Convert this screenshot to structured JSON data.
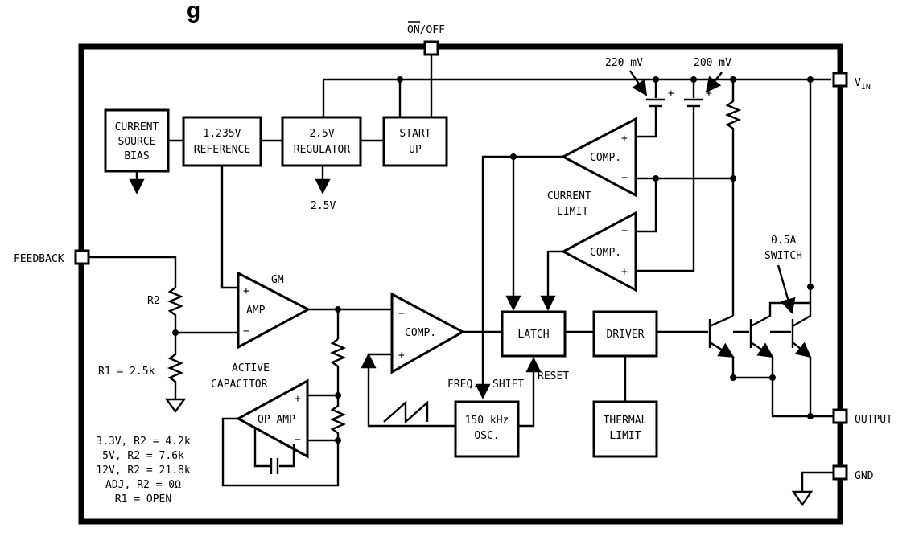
{
  "title_partial": "g",
  "pins": {
    "on_off": "ON/OFF",
    "vin_main": "V",
    "vin_sub": "IN",
    "feedback": "FEEDBACK",
    "output": "OUTPUT",
    "gnd": "GND"
  },
  "blocks": {
    "current_source_bias": [
      "CURRENT",
      "SOURCE",
      "BIAS"
    ],
    "reference": [
      "1.235V",
      "REFERENCE"
    ],
    "regulator": [
      "2.5V",
      "REGULATOR"
    ],
    "start_up": [
      "START",
      "UP"
    ],
    "regulator_output": "2.5V",
    "latch": "LATCH",
    "driver": "DRIVER",
    "thermal_limit": [
      "THERMAL",
      "LIMIT"
    ],
    "oscillator": [
      "150 kHz",
      "OSC."
    ]
  },
  "amplifiers": {
    "comp": "COMP.",
    "gm_label": "GM",
    "gm_amp": "AMP",
    "op_amp": "OP AMP",
    "plus": "+",
    "minus": "−"
  },
  "labels": {
    "v220": "220 mV",
    "v200": "200 mV",
    "current_limit": [
      "CURRENT",
      "LIMIT"
    ],
    "switch": [
      "0.5A",
      "SWITCH"
    ],
    "r2": "R2",
    "r1": "R1 = 2.5k",
    "active_capacitor": [
      "ACTIVE",
      "CAPACITOR"
    ],
    "freq": "FREQ.",
    "shift": "SHIFT",
    "reset": "RESET"
  },
  "resistor_table": [
    "3.3V, R2 = 4.2k",
    "5V, R2 = 7.6k",
    "12V, R2 = 21.8k",
    "ADJ, R2 = 0Ω",
    "R1 = OPEN"
  ]
}
